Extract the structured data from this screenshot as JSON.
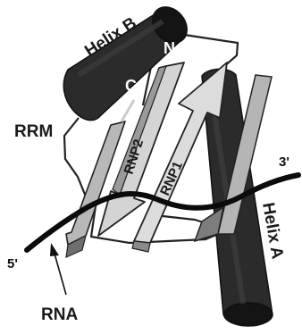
{
  "labels": {
    "helix_b": "Helix B",
    "helix_a": "Helix A",
    "n_terminus": "N",
    "c_terminus": "C",
    "rrm": "RRM",
    "rnp2": "RNP2",
    "rnp1": "RNP1",
    "rna": "RNA",
    "five_prime": "5'",
    "three_prime": "3'"
  },
  "colors": {
    "helix_fill": "#2b2b2b",
    "helix_shade": "#141414",
    "strand_light": "#d4d4d4",
    "strand_mid": "#b5b5b5",
    "strand_dark": "#7d7d7d",
    "rna_line": "#0b0b0b",
    "loop_line": "#222222"
  }
}
